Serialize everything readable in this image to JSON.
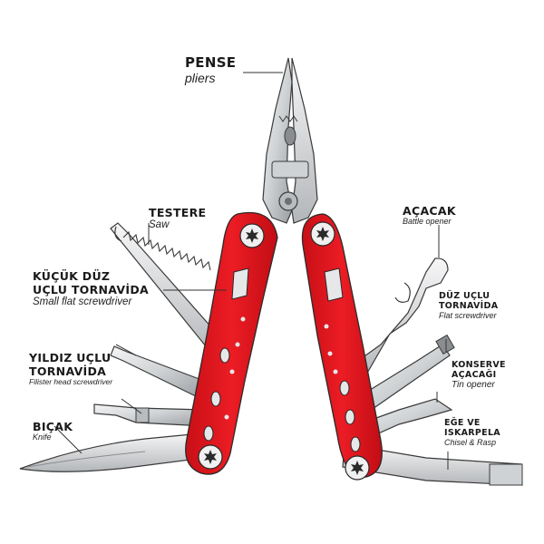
{
  "labels": {
    "pense": {
      "tr": "PENSE",
      "en": "pliers"
    },
    "testere": {
      "tr": "TESTERE",
      "en": "Saw"
    },
    "kucuk": {
      "tr1": "KÜÇÜK DÜZ",
      "tr2": "UÇLU TORNAVİDA",
      "en": "Small flat screwdriver"
    },
    "yildiz": {
      "tr1": "YILDIZ UÇLU",
      "tr2": "TORNAVİDA",
      "en": "Filister head screwdriver"
    },
    "bicak": {
      "tr": "BIÇAK",
      "en": "Knife"
    },
    "acacak": {
      "tr": "AÇACAK",
      "en": "Battle opener"
    },
    "duz": {
      "tr1": "DÜZ UÇLU",
      "tr2": "TORNAVİDA",
      "en": "Flat screwdriver"
    },
    "konserve": {
      "tr1": "KONSERVE",
      "tr2": "AÇACAĞI",
      "en": "Tin opener"
    },
    "ege": {
      "tr1": "EĞE VE",
      "tr2": "ISKARPELA",
      "en": "Chisel & Rasp"
    }
  },
  "colors": {
    "handle_red": "#e0161e",
    "steel_light": "#e6e7e8",
    "steel_mid": "#b9bcbf",
    "steel_dark": "#8a8d90",
    "outline": "#3a3a3a"
  },
  "icons": [
    "torx-screw-icon",
    "rivet-icon"
  ]
}
